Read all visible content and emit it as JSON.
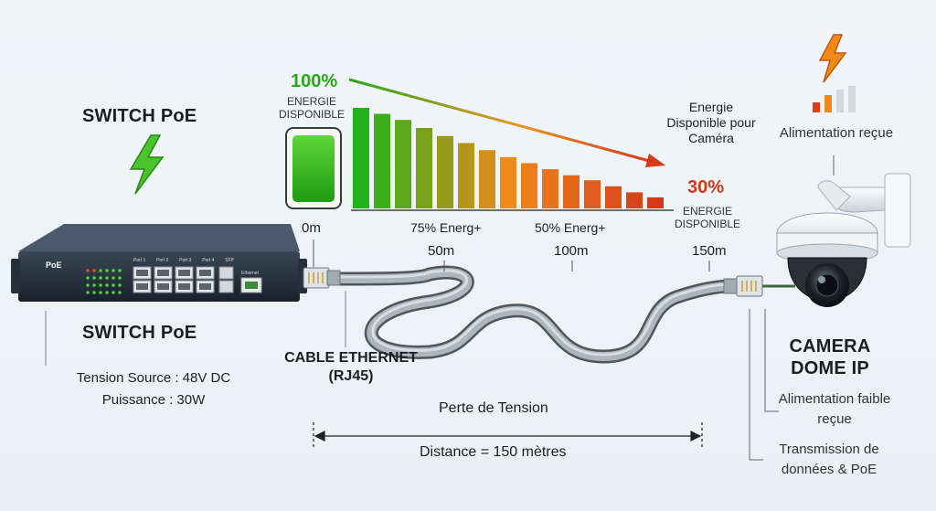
{
  "switch": {
    "title_top": "SWITCH PoE",
    "title_bottom": "SWITCH PoE",
    "brand": "PoE",
    "port_labels": [
      "Port 1",
      "Port 2",
      "Port 3",
      "Port 4",
      "SFP"
    ],
    "eth_label": "Ethernet",
    "tension": "Tension Source : 48V DC",
    "puissance": "Puissance : 30W"
  },
  "energy": {
    "start_pct": "100%",
    "start_label": "ENERGIE DISPONIBLE",
    "end_pct": "30%",
    "end_label": "ENERGIE DISPONIBLE",
    "camera_energy_label": "Energie Disponible pour Caméra",
    "mid75": "75% Energ+",
    "mid50": "50% Energ+",
    "bars": [
      100,
      94,
      88,
      80,
      72,
      65,
      58,
      51,
      45,
      39,
      33,
      28,
      22,
      16,
      11
    ],
    "colors": {
      "green": "#22b21a",
      "orange": "#f08a1a",
      "red": "#d43a1a"
    }
  },
  "distance": {
    "marks": [
      "0m",
      "50m",
      "100m",
      "150m"
    ],
    "perte": "Perte de Tension",
    "total": "Distance = 150 mètres"
  },
  "cable": {
    "label": "CABLE ETHERNET (RJ45)"
  },
  "camera": {
    "title": "CAMERA DOME IP",
    "alimentation_recue": "Alimentation reçue",
    "faible": "Alimentation faible reçue",
    "transmission": "Transmission de données & PoE"
  },
  "icons": [
    "lightning-icon",
    "signal-bars-icon"
  ]
}
